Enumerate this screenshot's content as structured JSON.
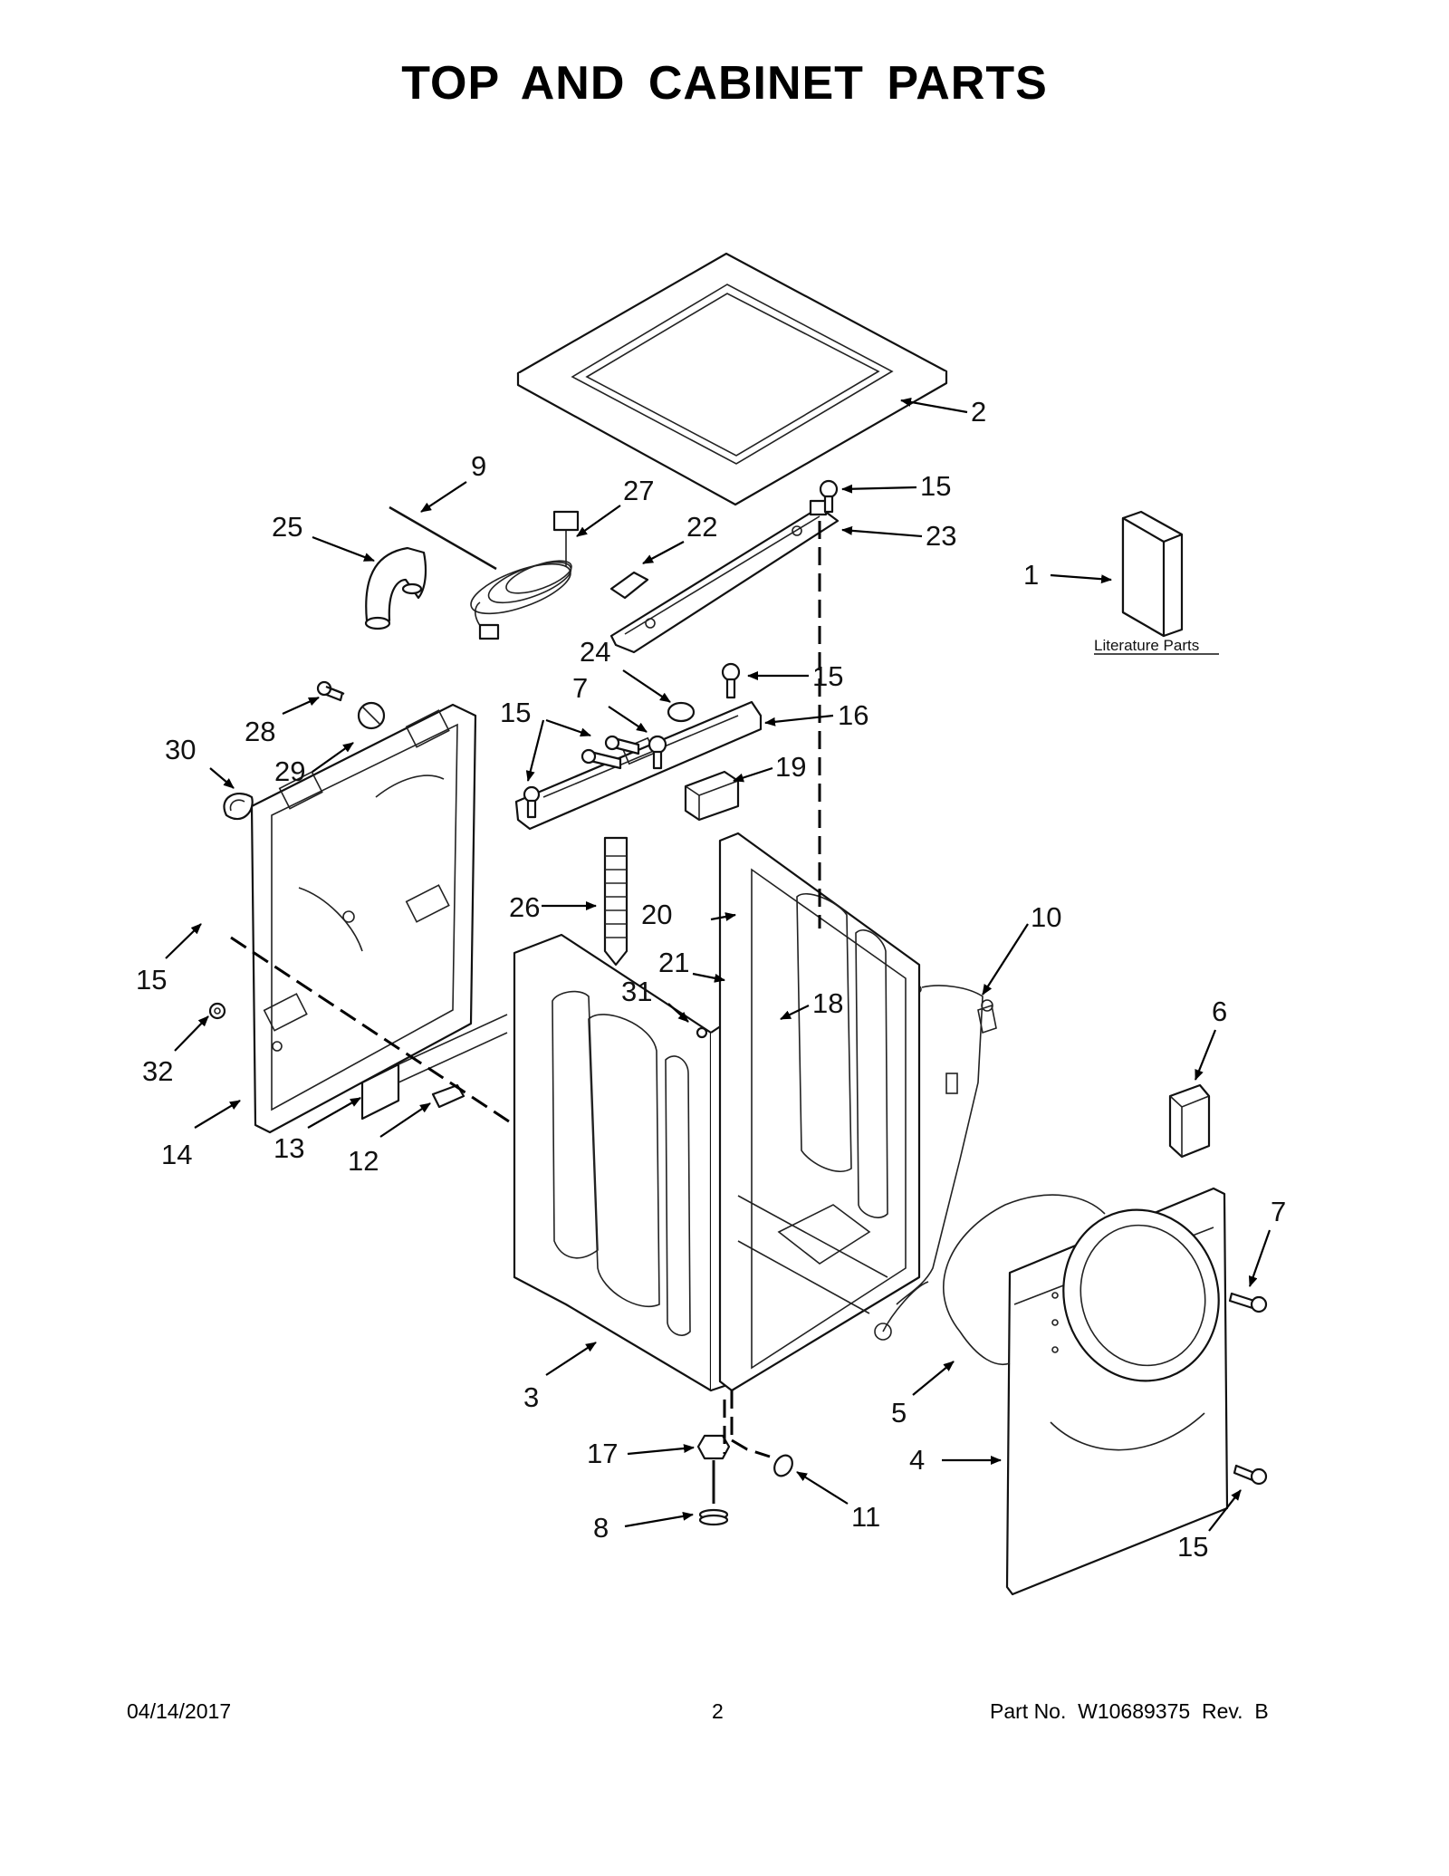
{
  "title": "TOP AND CABINET PARTS",
  "literature_caption": "Literature Parts",
  "callouts": [
    {
      "id": "c2",
      "label": "2"
    },
    {
      "id": "c15a",
      "label": "15"
    },
    {
      "id": "c23",
      "label": "23"
    },
    {
      "id": "c9",
      "label": "9"
    },
    {
      "id": "c27",
      "label": "27"
    },
    {
      "id": "c22",
      "label": "22"
    },
    {
      "id": "c25",
      "label": "25"
    },
    {
      "id": "c1",
      "label": "1"
    },
    {
      "id": "c24",
      "label": "24"
    },
    {
      "id": "c15b",
      "label": "15"
    },
    {
      "id": "c7a",
      "label": "7"
    },
    {
      "id": "c16",
      "label": "16"
    },
    {
      "id": "c15c",
      "label": "15"
    },
    {
      "id": "c28",
      "label": "28"
    },
    {
      "id": "c30",
      "label": "30"
    },
    {
      "id": "c29",
      "label": "29"
    },
    {
      "id": "c19",
      "label": "19"
    },
    {
      "id": "c26",
      "label": "26"
    },
    {
      "id": "c20",
      "label": "20"
    },
    {
      "id": "c10",
      "label": "10"
    },
    {
      "id": "c21",
      "label": "21"
    },
    {
      "id": "c31",
      "label": "31"
    },
    {
      "id": "c18",
      "label": "18"
    },
    {
      "id": "c15d",
      "label": "15"
    },
    {
      "id": "c6",
      "label": "6"
    },
    {
      "id": "c32",
      "label": "32"
    },
    {
      "id": "c14",
      "label": "14"
    },
    {
      "id": "c13",
      "label": "13"
    },
    {
      "id": "c12",
      "label": "12"
    },
    {
      "id": "c7b",
      "label": "7"
    },
    {
      "id": "c3",
      "label": "3"
    },
    {
      "id": "c5",
      "label": "5"
    },
    {
      "id": "c17",
      "label": "17"
    },
    {
      "id": "c4",
      "label": "4"
    },
    {
      "id": "c11",
      "label": "11"
    },
    {
      "id": "c8",
      "label": "8"
    },
    {
      "id": "c15e",
      "label": "15"
    }
  ],
  "footer": {
    "date": "04/14/2017",
    "page": "2",
    "part_no": "Part No.  W10689375  Rev.  B"
  }
}
